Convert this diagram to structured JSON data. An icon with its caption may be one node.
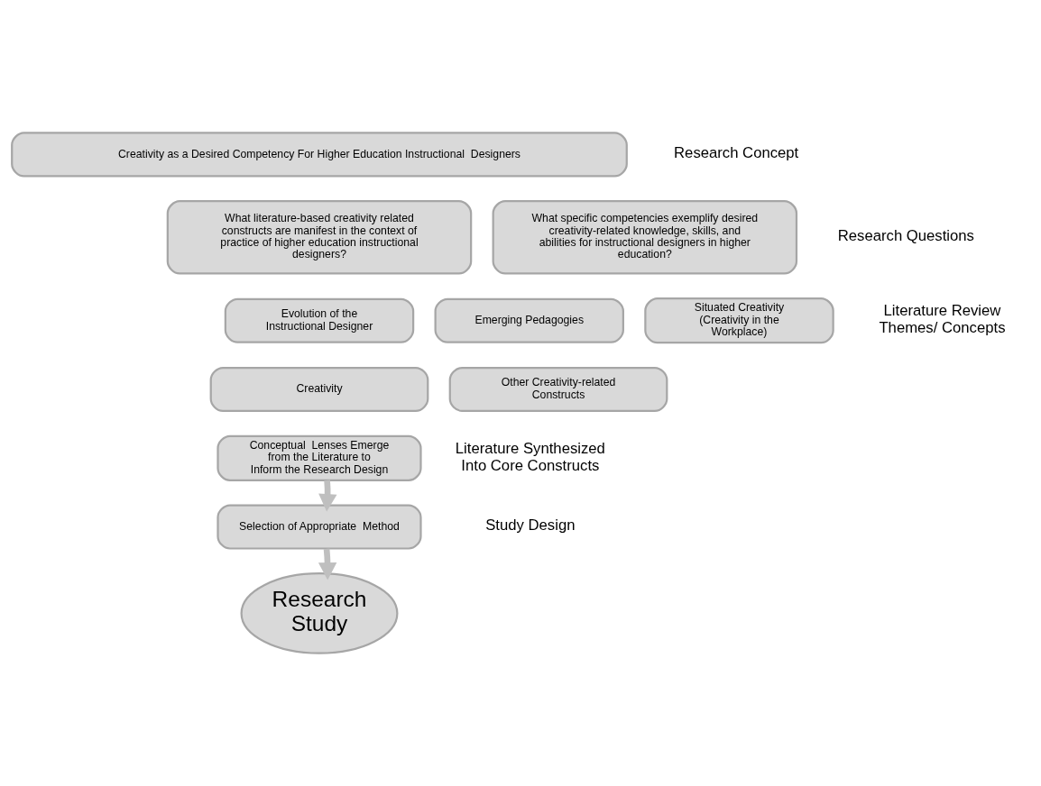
{
  "diagram": {
    "nodes": [
      {
        "text": [
          "Creativity as a Desired Competency For Higher Education Instructional  Designers"
        ]
      },
      {
        "text": [
          "What literature-based creativity related constructs are manifest in the context of practice of higher education instructional designers?"
        ]
      },
      {
        "text": [
          "What specific competencies exemplify desired creativity-related knowledge, skills, and abilities for instructional designers in higher education?"
        ]
      },
      {
        "text": [
          "Evolution of the Instructional Designer"
        ]
      },
      {
        "text": [
          "Emerging Pedagogies"
        ]
      },
      {
        "text": [
          "Situated Creativity (Creativity in the Workplace)"
        ]
      },
      {
        "text": [
          "Creativity"
        ]
      },
      {
        "text": [
          "Other Creativity-related Constructs"
        ]
      },
      {
        "text": [
          "Conceptual  Lenses Emerge from the Literature to Inform the Research Design"
        ]
      },
      {
        "text": [
          "Selection of Appropriate  Method"
        ]
      },
      {
        "text": [
          "Research Study"
        ]
      }
    ],
    "edges": [
      {
        "from": 8,
        "to": 9,
        "arrow": "to"
      },
      {
        "from": 9,
        "to": 10,
        "arrow": "to"
      }
    ],
    "labels": [
      "Research Concept",
      "Research Questions",
      "Literature Review Themes/ Concepts",
      "Literature Synthesized Into Core Constructs",
      "Study Design"
    ]
  }
}
